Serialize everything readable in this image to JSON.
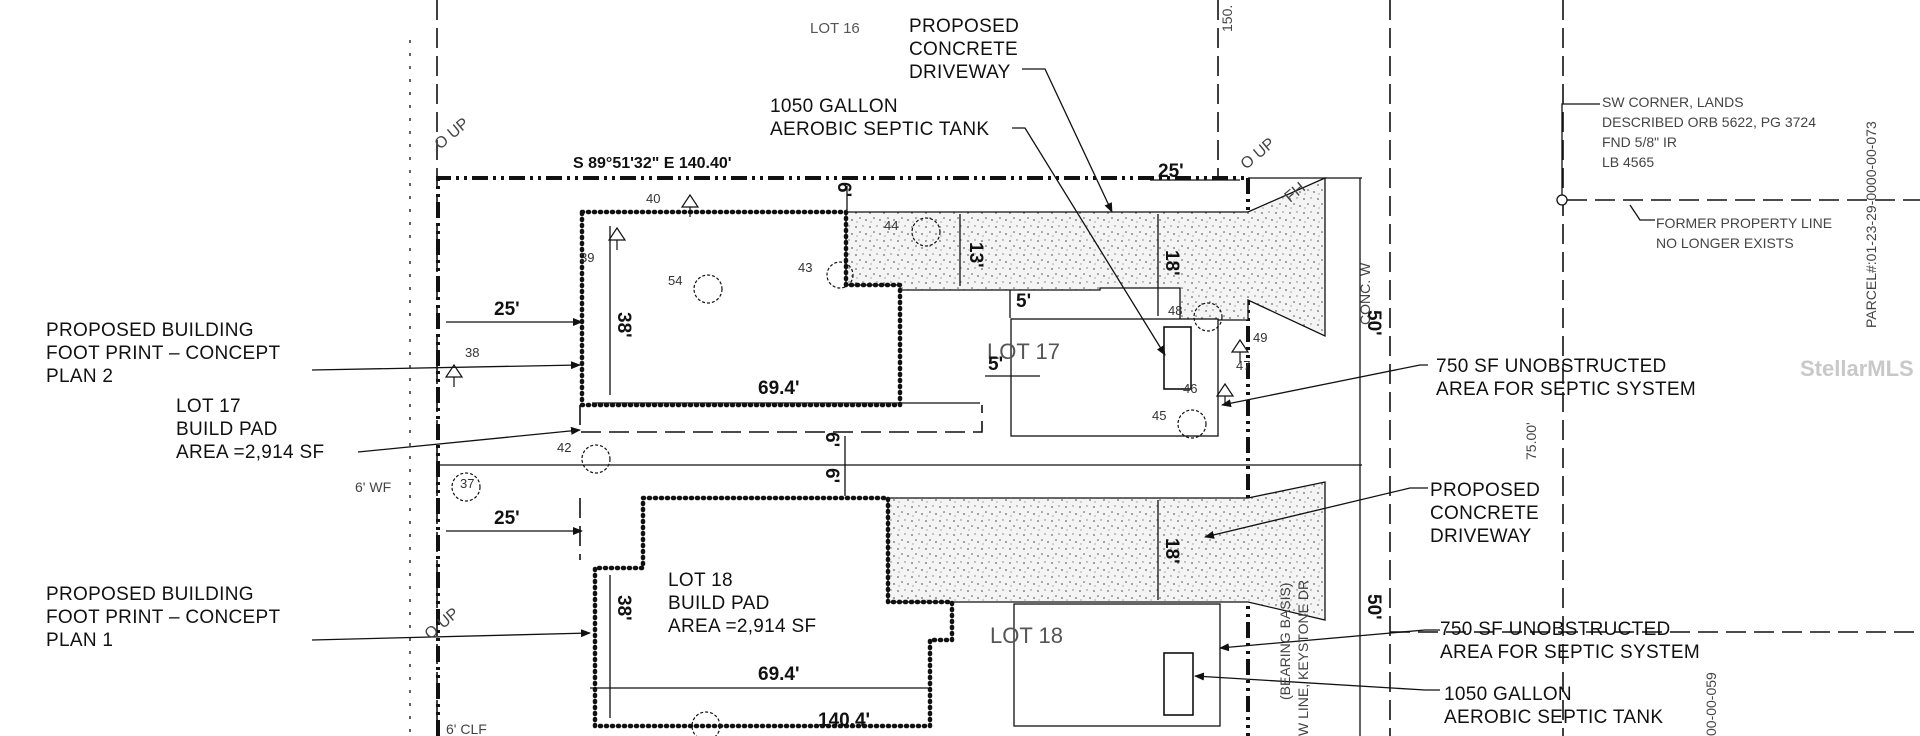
{
  "lots": {
    "lot16": "LOT 16",
    "lot17": "LOT 17",
    "lot18": "LOT 18"
  },
  "callouts": {
    "driveway_top": [
      "PROPOSED",
      "CONCRETE",
      "DRIVEWAY"
    ],
    "septic_top": [
      "1050 GALLON",
      "AEROBIC SEPTIC TANK"
    ],
    "footprint2": [
      "PROPOSED BUILDING",
      "FOOT PRINT – CONCEPT",
      "PLAN 2"
    ],
    "lot17_pad": [
      "LOT 17",
      "BUILD PAD",
      "AREA =2,914 SF"
    ],
    "unobstructed_top": [
      "750 SF UNOBSTRUCTED",
      "AREA FOR SEPTIC SYSTEM"
    ],
    "driveway_bottom": [
      "PROPOSED",
      "CONCRETE",
      "DRIVEWAY"
    ],
    "footprint1": [
      "PROPOSED BUILDING",
      "FOOT PRINT – CONCEPT",
      "PLAN 1"
    ],
    "lot18_pad": [
      "LOT 18",
      "BUILD PAD",
      "AREA =2,914 SF"
    ],
    "unobstructed_bottom": [
      "750 SF UNOBSTRUCTED",
      "AREA FOR SEPTIC SYSTEM"
    ],
    "septic_bottom": [
      "1050 GALLON",
      "AEROBIC SEPTIC TANK"
    ],
    "sw_corner": [
      "SW CORNER, LANDS",
      "DESCRIBED ORB 5622, PG 3724",
      "FND 5/8\" IR",
      "LB 4565"
    ],
    "former_line": [
      "FORMER PROPERTY LINE",
      "NO LONGER EXISTS"
    ]
  },
  "bearing": "S 89°51'32\" E 140.40'",
  "dimensions": {
    "front_setback_top": "25'",
    "front_setback_bottom": "25'",
    "rear_25": "25'",
    "depth_38_top": "38'",
    "depth_38_bottom": "38'",
    "width_69_top": "69.4'",
    "width_69_bottom": "69.4'",
    "gap_6_top": "6'",
    "gap_6_a": "6'",
    "gap_6_b": "6'",
    "drive_13": "13'",
    "drive_18_top": "18'",
    "drive_18_bottom": "18'",
    "offset_5a": "5'",
    "offset_5b": "5'",
    "lot_width_top": "50'",
    "lot_width_bottom": "50'",
    "total_140": "140.4'",
    "lot_75": "75.00'",
    "lot_150": "150."
  },
  "markers": {
    "up_top": "O UP",
    "up_right": "O UP",
    "up_bottom": "O UP",
    "fh": "FH",
    "wf": "6' WF",
    "clf": "6' CLF",
    "conc": "CONC. W",
    "bearing_basis": "(BEARING BASIS)",
    "w_line": "W LINE, KEYSTONE DR",
    "parcel_right": "PARCEL#:01-23-29-0000-00-073",
    "parcel_bottom": "00-00-059",
    "watermark": "StellarMLS"
  },
  "trees": [
    "40",
    "44",
    "39",
    "43",
    "54",
    "38",
    "42",
    "48",
    "49",
    "47",
    "46",
    "45",
    "37"
  ]
}
